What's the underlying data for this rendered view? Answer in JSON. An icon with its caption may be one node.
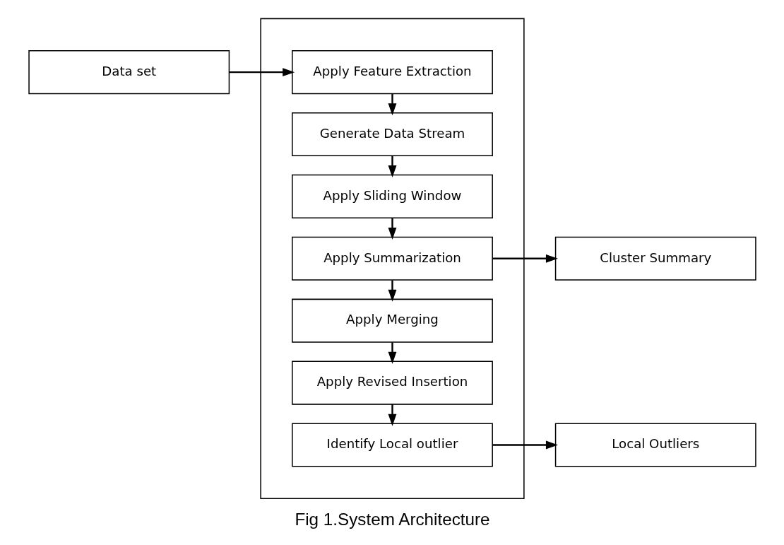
{
  "diagram": {
    "caption": "Fig 1.System Architecture",
    "nodes": [
      {
        "text": [
          "Data set"
        ]
      },
      {
        "text": [],
        "shape": "box"
      },
      {
        "text": [
          "Apply Feature Extraction"
        ],
        "in": 1
      },
      {
        "text": [
          "Generate Data Stream"
        ],
        "in": 1
      },
      {
        "text": [
          "Apply Sliding Window"
        ],
        "in": 1
      },
      {
        "text": [
          "Apply Summarization"
        ],
        "in": 1
      },
      {
        "text": [
          "Apply Merging"
        ],
        "in": 1
      },
      {
        "text": [
          "Apply Revised Insertion"
        ],
        "in": 1
      },
      {
        "text": [
          "Identify Local outlier"
        ],
        "in": 1
      },
      {
        "text": [
          "Cluster Summary"
        ]
      },
      {
        "text": [
          "Local Outliers"
        ]
      }
    ],
    "edges": [
      {
        "from": 0,
        "to": 2,
        "arrow": "to"
      },
      {
        "from": 2,
        "to": 3,
        "arrow": "to"
      },
      {
        "from": 3,
        "to": 4,
        "arrow": "to"
      },
      {
        "from": 4,
        "to": 5,
        "arrow": "to"
      },
      {
        "from": 5,
        "to": 6,
        "arrow": "to"
      },
      {
        "from": 6,
        "to": 7,
        "arrow": "to"
      },
      {
        "from": 7,
        "to": 8,
        "arrow": "to"
      },
      {
        "from": 5,
        "to": 9,
        "arrow": "to"
      },
      {
        "from": 8,
        "to": 10,
        "arrow": "to"
      }
    ]
  }
}
